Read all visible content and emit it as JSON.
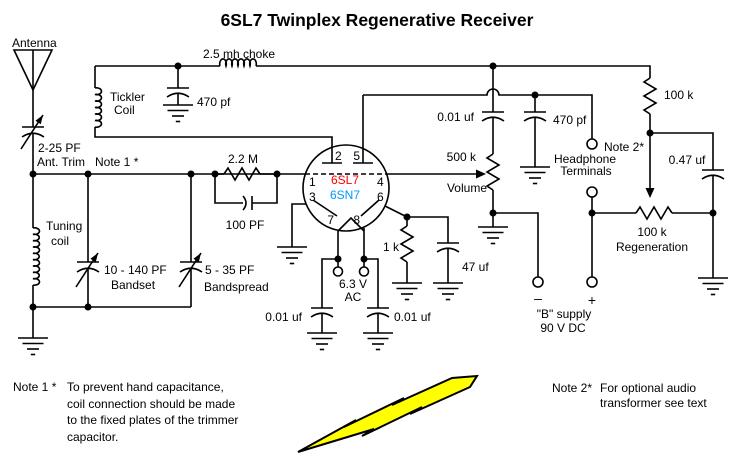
{
  "title": "6SL7 Twinplex Regenerative Receiver",
  "colors": {
    "ink": "#000000",
    "tube_label_6sl7": "#ff0000",
    "tube_label_6sn7": "#0099ff",
    "lightning_fill": "#ffff00",
    "background": "#ffffff"
  },
  "labels": {
    "antenna": "Antenna",
    "ant_trim_value": "2-25 PF",
    "ant_trim_name": "Ant. Trim",
    "note1_ref": "Note 1 *",
    "tickler_line1": "Tickler",
    "tickler_line2": "Coil",
    "choke": "2.5 mh choke",
    "plate_bypass_cap": "470 pf",
    "grid_resistor": "2.2 M",
    "grid_cap": "100 PF",
    "tuning_line1": "Tuning",
    "tuning_line2": "coil",
    "bandset_value": "10 - 140 PF",
    "bandset_name": "Bandset",
    "bandspread_value": "5 - 35 PF",
    "bandspread_name": "Bandspread",
    "pin1": "1",
    "pin2": "2",
    "pin3": "3",
    "pin4": "4",
    "pin5": "5",
    "pin6": "6",
    "pin7": "7",
    "pin8": "8",
    "tube_name_6sl7": "6SL7",
    "tube_name_6sn7": "6SN7",
    "heater_line1": "6.3 V",
    "heater_line2": "AC",
    "heater_cap_left": "0.01 uf",
    "heater_cap_right": "0.01 uf",
    "cathode_resistor": "1 k",
    "cathode_cap": "47 uf",
    "coupling_cap": "0.01 uf",
    "volume_value": "500 k",
    "volume_name": "Volume",
    "audio_bypass_cap": "470 pf",
    "plate_resistor": "100 k",
    "note2_ref": "Note 2*",
    "headphone_line1": "Headphone",
    "headphone_line2": "Terminals",
    "regen_bypass_cap": "0.47 uf",
    "regen_value": "100 k",
    "regen_name": "Regeneration",
    "b_minus": "–",
    "b_plus": "+",
    "b_supply_line1": "\"B\" supply",
    "b_supply_line2": "90 V DC"
  },
  "notes": {
    "note1_label": "Note 1 *",
    "note1_lines": [
      "To prevent hand capacitance,",
      "coil connection should be made",
      "to the fixed plates of the trimmer",
      "capacitor."
    ],
    "note2_label": "Note 2*",
    "note2_lines": [
      "For optional audio",
      "transformer see text"
    ]
  }
}
